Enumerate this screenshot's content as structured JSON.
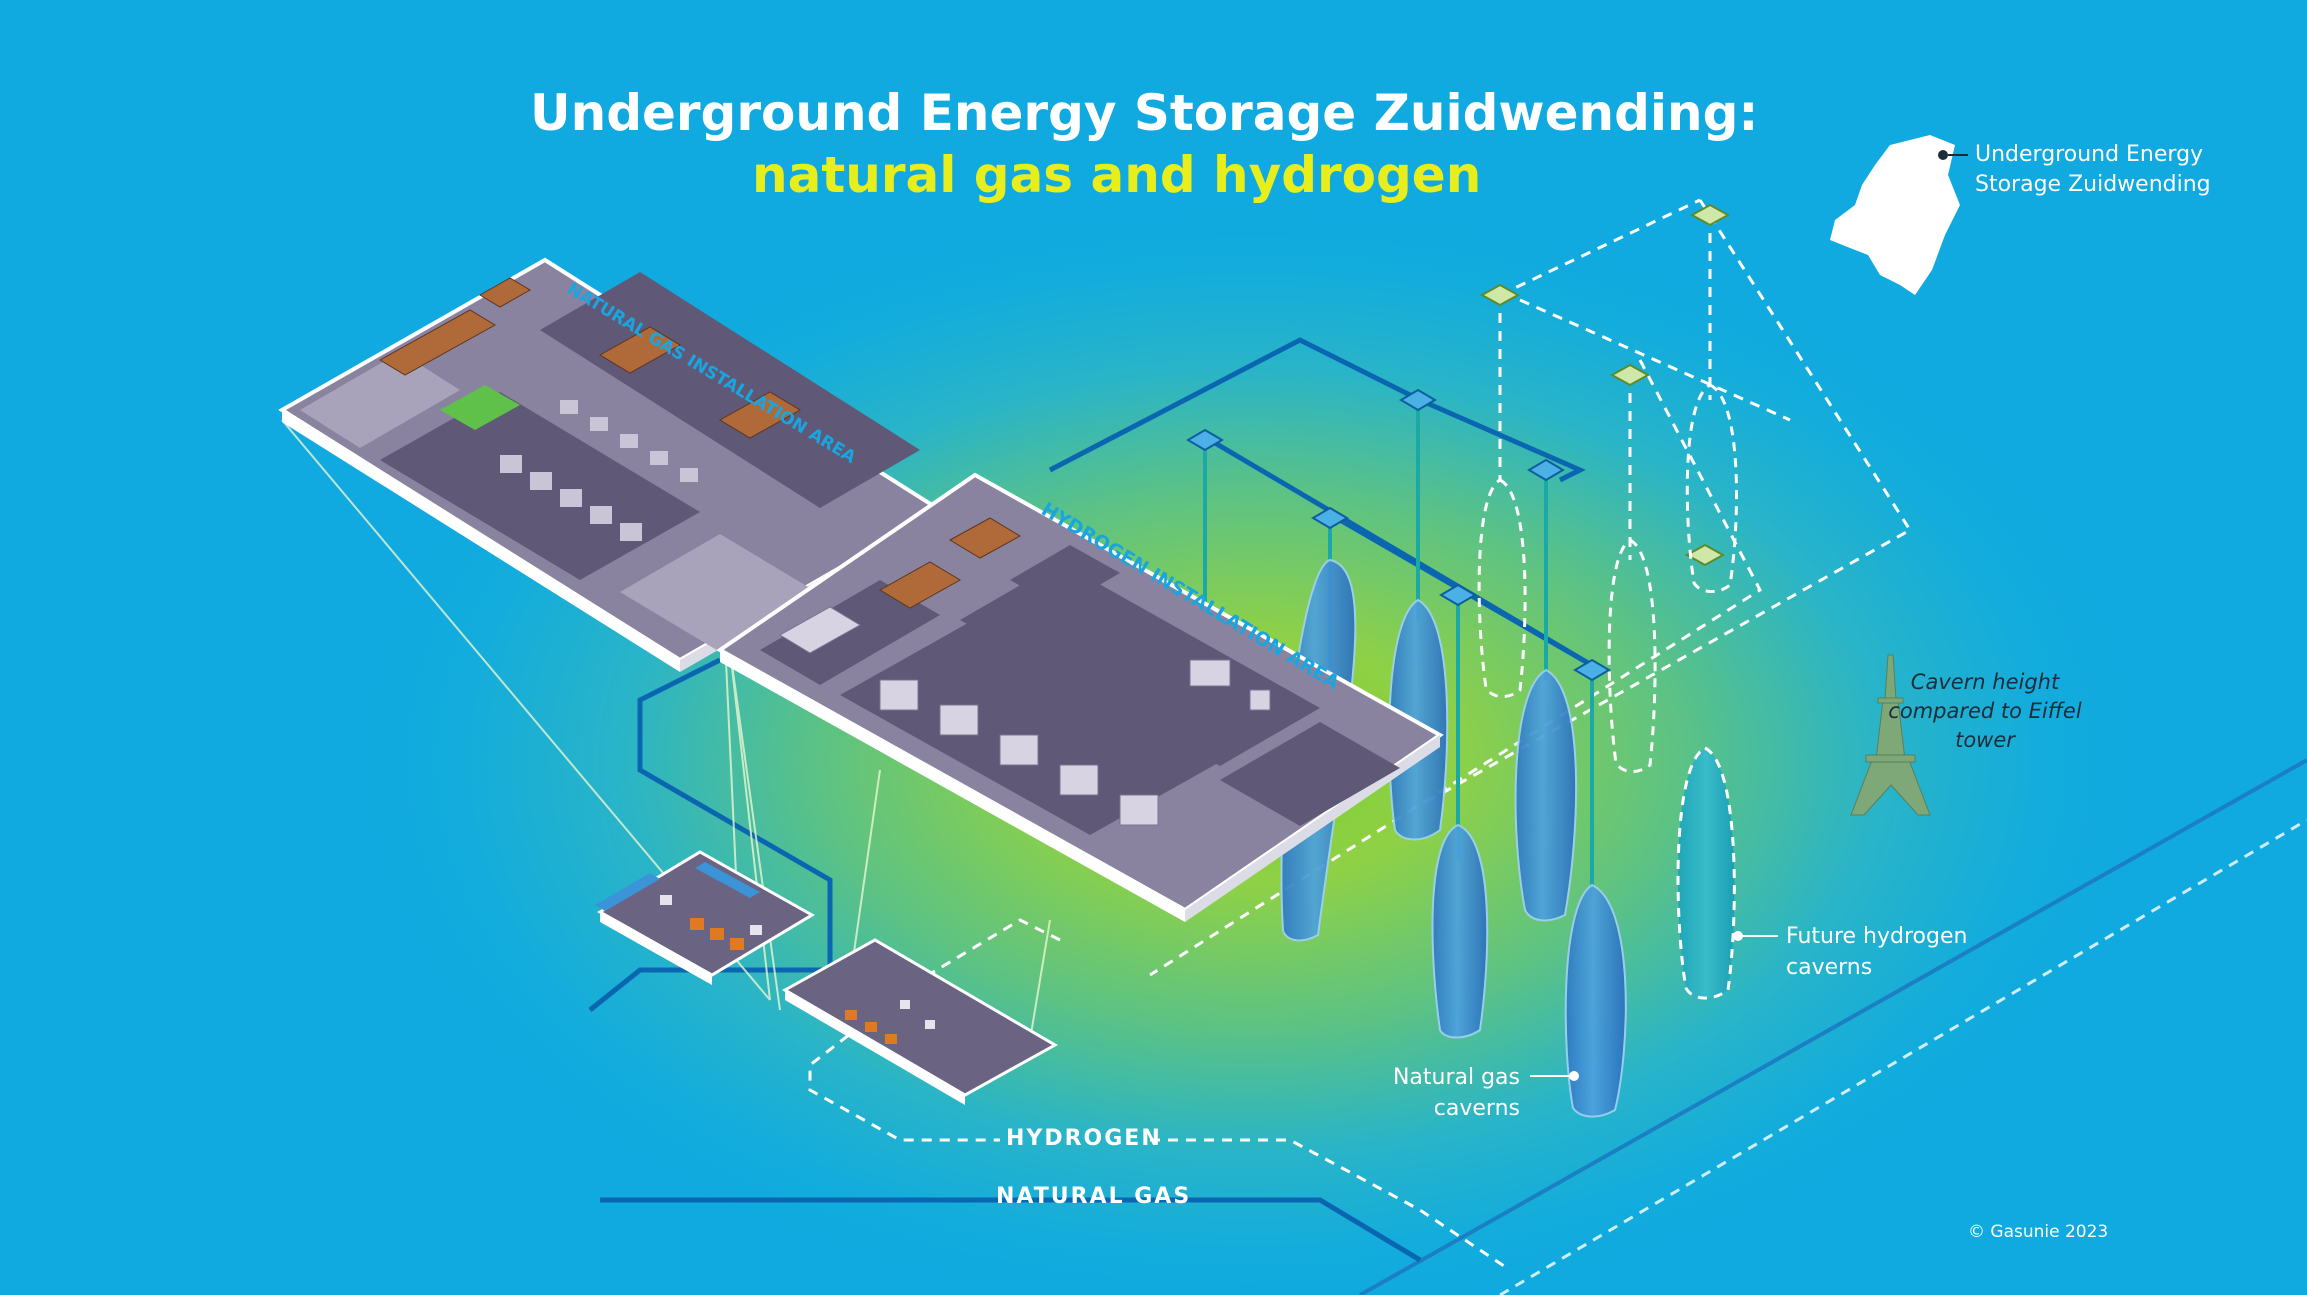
{
  "title": {
    "line1": "Underground Energy Storage Zuidwending:",
    "line2": "natural gas and hydrogen"
  },
  "location_label": "Underground Energy Storage Zuidwending",
  "areas": {
    "natural_gas": "NATURAL GAS INSTALLATION AREA",
    "hydrogen": "HYDROGEN INSTALLATION AREA"
  },
  "comparison_label": "Cavern height compared to Eiffel tower",
  "caverns": {
    "future_hydrogen": "Future hydrogen caverns",
    "natural_gas": "Natural gas caverns"
  },
  "pipelines": {
    "hydrogen": "HYDROGEN",
    "natural_gas": "NATURAL GAS"
  },
  "copyright": "© Gasunie 2023",
  "colors": {
    "title_primary": "#ffffff",
    "title_accent": "#e8ee1c",
    "natural_gas_pipe": "#0a66b0",
    "hydrogen_pipe": "#ffffff",
    "platform_surface": "#6e6582",
    "label_blue": "#19a6e0"
  },
  "icons": {
    "map": "netherlands-map-icon",
    "tower": "eiffel-tower-icon"
  }
}
